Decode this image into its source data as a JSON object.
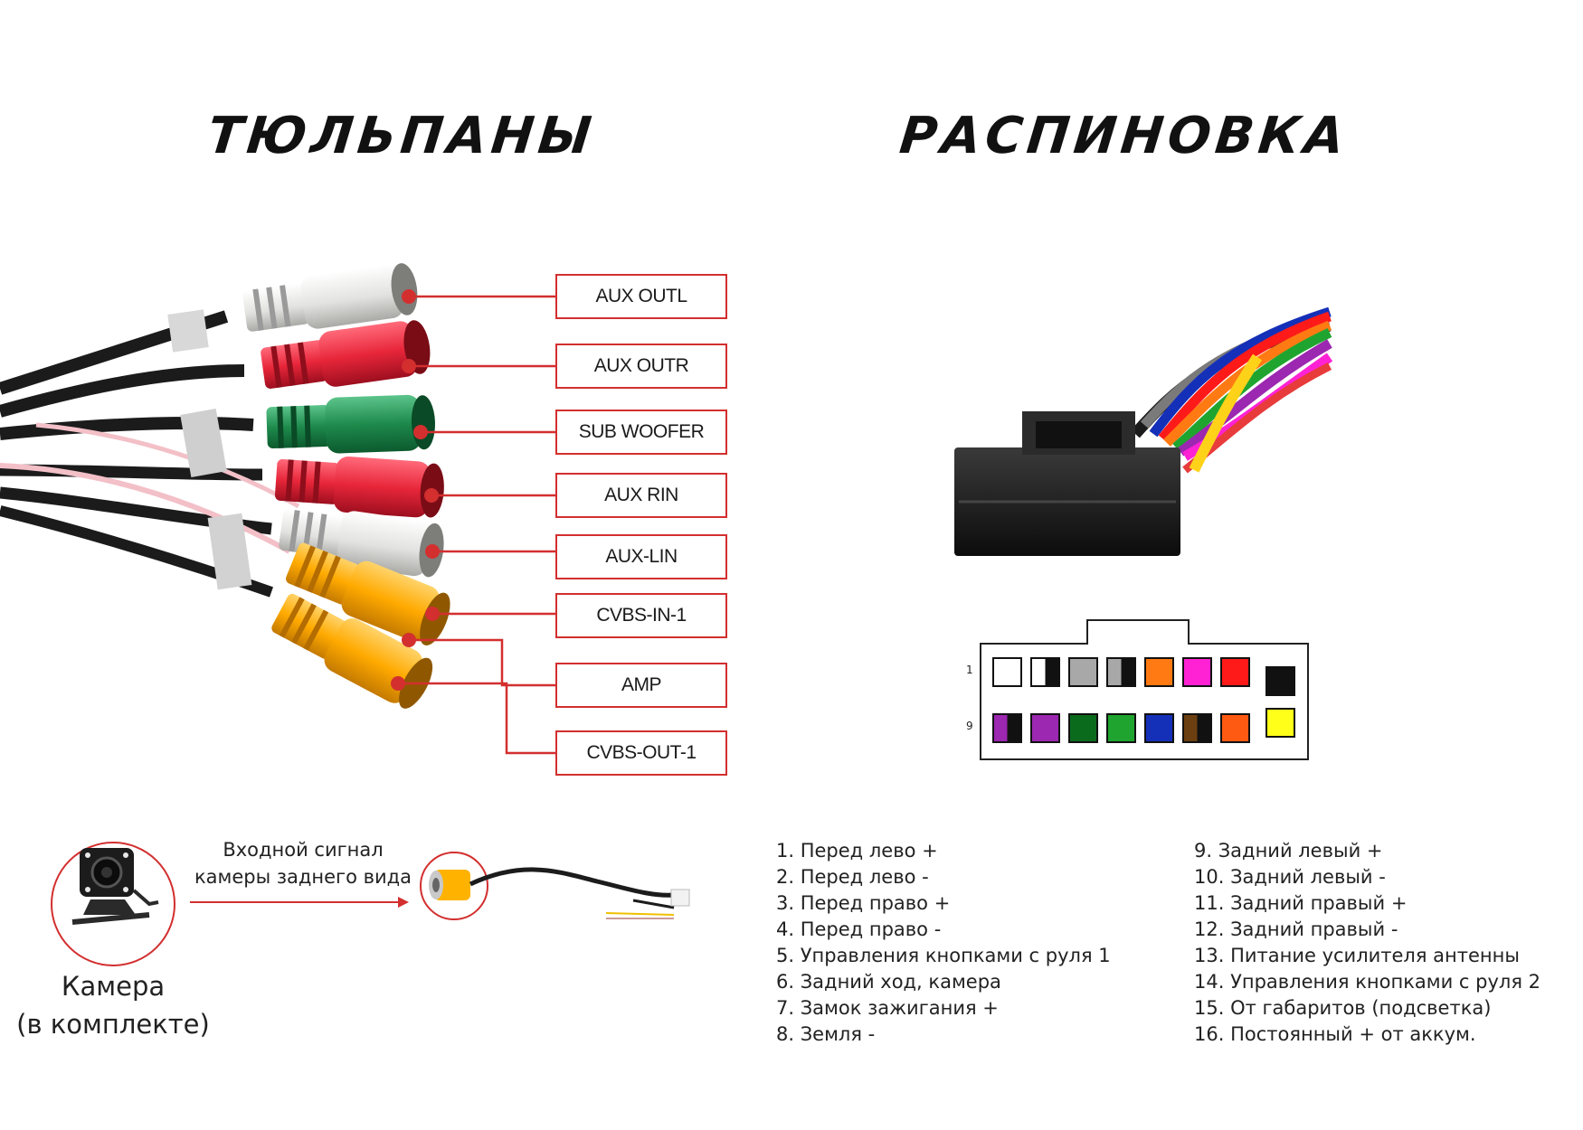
{
  "titles": {
    "left": "ТЮЛЬПАНЫ",
    "right": "РАСПИНОВКА"
  },
  "rca_labels": [
    "AUX OUTL",
    "AUX OUTR",
    "SUB WOOFER",
    "AUX RIN",
    "AUX-LIN",
    "CVBS-IN-1",
    "AMP",
    "CVBS-OUT-1"
  ],
  "connector": {
    "row1_label": "1",
    "row2_label": "9",
    "row1_colors": [
      [
        "#ffffff"
      ],
      [
        "#ffffff",
        "#111111"
      ],
      [
        "#a8a8a8"
      ],
      [
        "#a8a8a8",
        "#111111"
      ],
      [
        "#ff7a12"
      ],
      [
        "#ff22d4"
      ],
      [
        "#ff1a1a"
      ],
      [
        "#111111"
      ]
    ],
    "row2_colors": [
      [
        "#9c27b0",
        "#111111"
      ],
      [
        "#9c27b0"
      ],
      [
        "#0b6b1d"
      ],
      [
        "#1fa52f"
      ],
      [
        "#1530b8"
      ],
      [
        "#6b3f10",
        "#111111"
      ],
      [
        "#ff5a12"
      ],
      [
        "#ffff1a"
      ]
    ]
  },
  "camera": {
    "signal_line1": "Входной сигнал",
    "signal_line2": "камеры заднего вида",
    "caption_line1": "Камера",
    "caption_line2": "(в комплекте)"
  },
  "pinout_left": [
    "1. Перед лево +",
    "2. Перед лево -",
    "3. Перед право +",
    "4. Перед право -",
    "5. Управления кнопками с руля 1",
    "6. Задний ход, камера",
    "7. Замок зажигания +",
    "8. Земля -"
  ],
  "pinout_right": [
    "9.  Задний левый +",
    "10. Задний левый -",
    "11. Задний правый +",
    "12. Задний правый -",
    "13. Питание усилителя антенны",
    "14. Управления кнопками с руля 2",
    "15. От габаритов (подсветка)",
    "16. Постоянный + от аккум."
  ],
  "colors": {
    "accent_red": "#d32f2f",
    "rca_white": "#e6e6e4",
    "rca_red": "#e8263a",
    "rca_green": "#1e8a4c",
    "rca_yellow": "#ffaa00"
  }
}
